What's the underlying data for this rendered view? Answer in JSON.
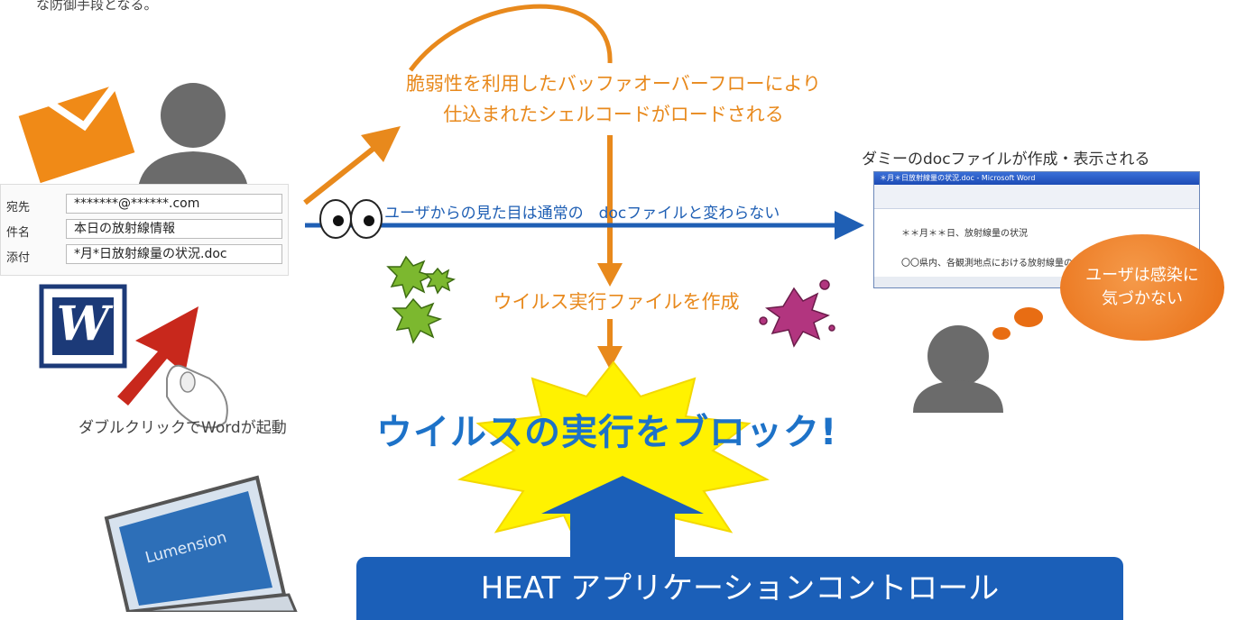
{
  "top_note": "な防御手段となる。",
  "overflow_text_line1": "脆弱性を利用したバッファオーバーフローにより",
  "overflow_text_line2": "仕込まれたシェルコードがロードされる",
  "email": {
    "to_label": "宛先",
    "to_value": "*******@******.com",
    "subject_label": "件名",
    "subject_value": "本日の放射線情報",
    "attach_label": "添付",
    "attach_value": "*月*日放射線量の状況.doc"
  },
  "user_view_text": "ユーザからの見た目は通常の　docファイルと変わらない",
  "dummy_doc_label": "ダミーのdocファイルが作成・表示される",
  "doc_window": {
    "title": "＊月＊日放射線量の状況.doc - Microsoft Word",
    "line1": "＊＊月＊＊日、放射線量の状況",
    "line2": "〇〇県内、各観測地点における放射線量の状況をお知らせ"
  },
  "bubble_text_line1": "ユーザは感染に",
  "bubble_text_line2": "気づかない",
  "virus_file_text": "ウイルス実行ファイルを作成",
  "block_text": "ウイルスの実行をブロック!",
  "dblclick_caption": "ダブルクリックでWordが起動",
  "word_logo_letter": "W",
  "laptop_brand": "Lumension",
  "banner_text": "HEAT アプリケーションコントロール",
  "colors": {
    "orange": "#e8891c",
    "blue": "#1f5fb4",
    "banner_blue": "#1b5fb8",
    "burst_yellow": "#fff200",
    "person_gray": "#6b6b6b"
  }
}
